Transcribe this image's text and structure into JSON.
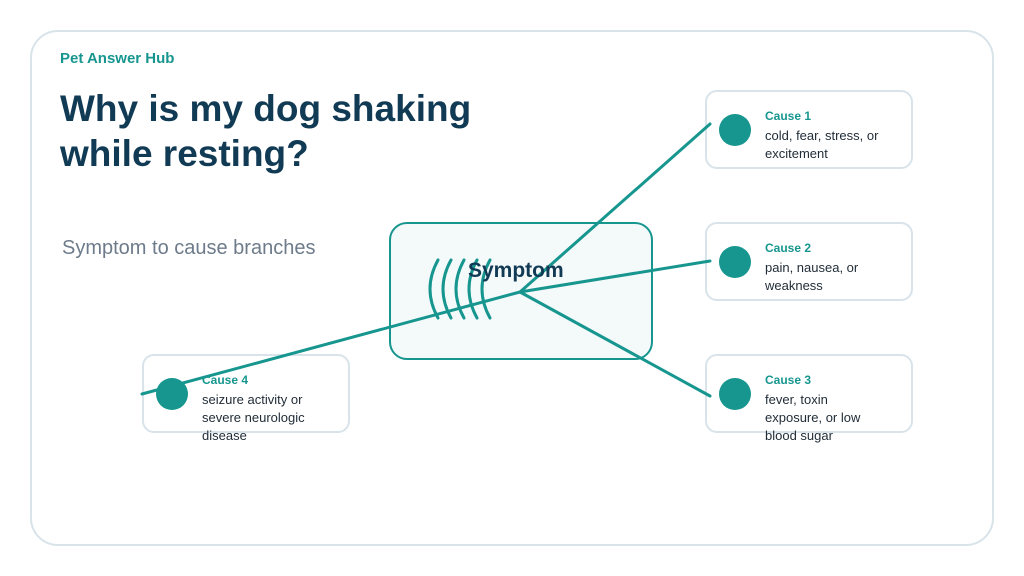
{
  "brand": "Pet Answer Hub",
  "title": "Why is my dog shaking while resting?",
  "subtitle": "Symptom to cause branches",
  "symptom": {
    "label": "Symptom",
    "icon": "shaking-waves-icon"
  },
  "causes": [
    {
      "label": "Cause 1",
      "text": "cold, fear, stress, or excitement"
    },
    {
      "label": "Cause 2",
      "text": "pain, nausea, or weakness"
    },
    {
      "label": "Cause 3",
      "text": "fever, toxin exposure, or low blood sugar"
    },
    {
      "label": "Cause 4",
      "text": "seizure activity or severe neurologic disease"
    }
  ],
  "colors": {
    "accent": "#17968f",
    "title": "#113a55",
    "border": "#d9e3ea"
  }
}
